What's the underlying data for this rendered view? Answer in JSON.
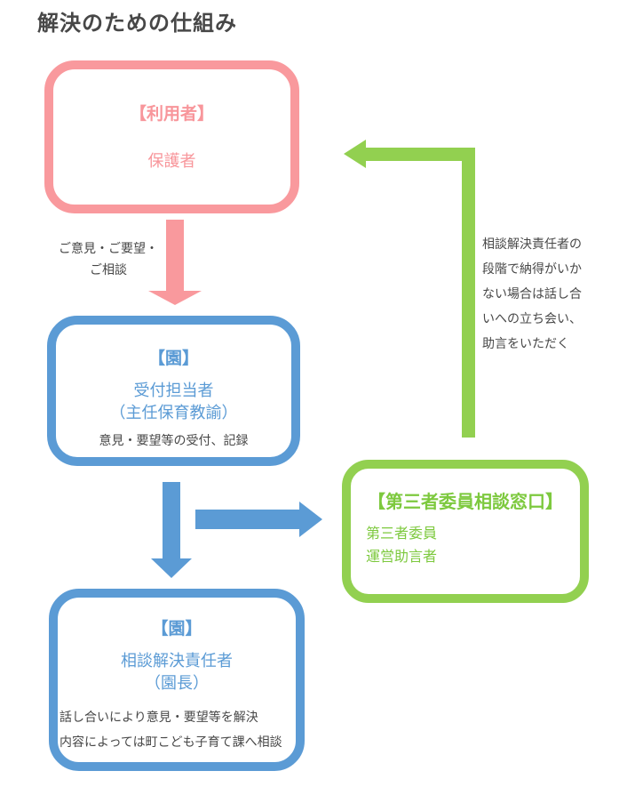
{
  "title": "解決のための仕組み",
  "colors": {
    "pink": "#F9999D",
    "blue": "#5B9BD5",
    "green": "#92D050",
    "text_dark": "#474747"
  },
  "boxes": {
    "user": {
      "heading": "【利用者】",
      "sub": "保護者"
    },
    "reception": {
      "heading": "【園】",
      "role": "受付担当者",
      "role_detail": "（主任保育教諭）",
      "note": "意見・要望等の受付、記録"
    },
    "third_party": {
      "heading": "【第三者委員相談窓口】",
      "member1": "第三者委員",
      "member2": "運営助言者"
    },
    "resolution": {
      "heading": "【園】",
      "role": "相談解決責任者",
      "role_detail": "（園長）",
      "note1": "話し合いにより意見・要望等を解決",
      "note2": "内容によっては町こども子育て課へ相談"
    }
  },
  "labels": {
    "request": {
      "line1": "ご意見・ご要望・",
      "line2": "ご相談"
    },
    "feedback": {
      "line1": "相談解決責任者の",
      "line2": "段階で納得がいか",
      "line3": "ない場合は話し合",
      "line4": "いへの立ち会い、",
      "line5": "助言をいただく"
    }
  }
}
